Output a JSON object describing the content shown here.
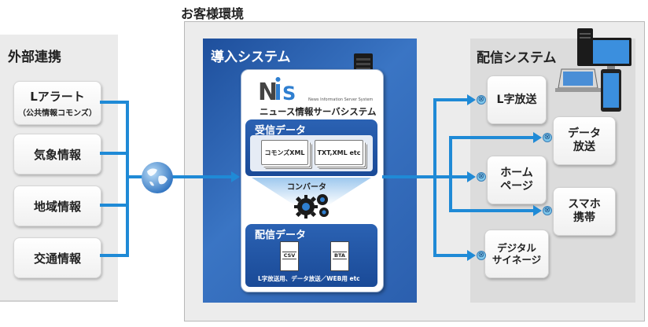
{
  "environment": {
    "title": "お客様環境"
  },
  "external": {
    "title": "外部連携",
    "sources": [
      {
        "label": "Lアラート",
        "sub": "（公共情報コモンズ）"
      },
      {
        "label": "気象情報"
      },
      {
        "label": "地域情報"
      },
      {
        "label": "交通情報"
      }
    ]
  },
  "intro": {
    "title": "導入システム",
    "logo_subtext": "News Information Server System",
    "system_name": "ニュース情報サーバシステム",
    "receive": {
      "title": "受信データ",
      "docs": [
        "コモンズXML",
        "TXT,XML etc"
      ]
    },
    "converter_label": "コンバータ",
    "distribute": {
      "title": "配信データ",
      "files": [
        "CSV",
        "BTA"
      ],
      "note": "L字放送用、データ放送／WEB用 etc"
    }
  },
  "delivery": {
    "title": "配信システム",
    "outputs": [
      {
        "label": "L字放送"
      },
      {
        "label": "データ\n放送"
      },
      {
        "label": "ホーム\nページ"
      },
      {
        "label": "スマホ\n携帯"
      },
      {
        "label": "デジタル\nサイネージ"
      }
    ]
  },
  "colors": {
    "flow_line": "#1f8ad6",
    "intro_panel": "#2b64b4",
    "section_header": "#1f52a2"
  }
}
